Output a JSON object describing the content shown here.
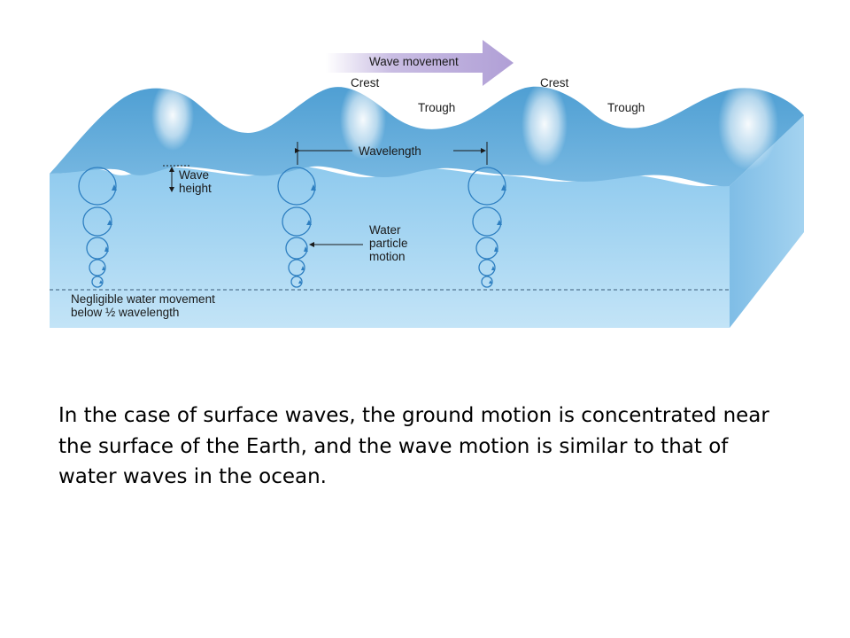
{
  "diagram": {
    "wave_movement": "Wave movement",
    "crest_1": "Crest",
    "crest_2": "Crest",
    "trough_1": "Trough",
    "trough_2": "Trough",
    "wavelength": "Wavelength",
    "wave_height_line1": "Wave",
    "wave_height_line2": "height",
    "particle_line1": "Water",
    "particle_line2": "particle",
    "particle_line3": "motion",
    "negligible_line1": "Negligible water movement",
    "negligible_line2_pre": "below ",
    "negligible_fraction": "½",
    "negligible_line2_post": " wavelength",
    "colors": {
      "water_body": "#a9d6f1",
      "wave_surface": "#5aa6d6",
      "water_front_dark": "#8dc8ec",
      "arrow_band": "#b8a8d8",
      "orbit_blue": "#2e7fc1"
    }
  },
  "caption": "In the case of surface waves, the ground motion is concentrated near the surface of the Earth, and the wave motion is similar to that of water waves in the ocean."
}
